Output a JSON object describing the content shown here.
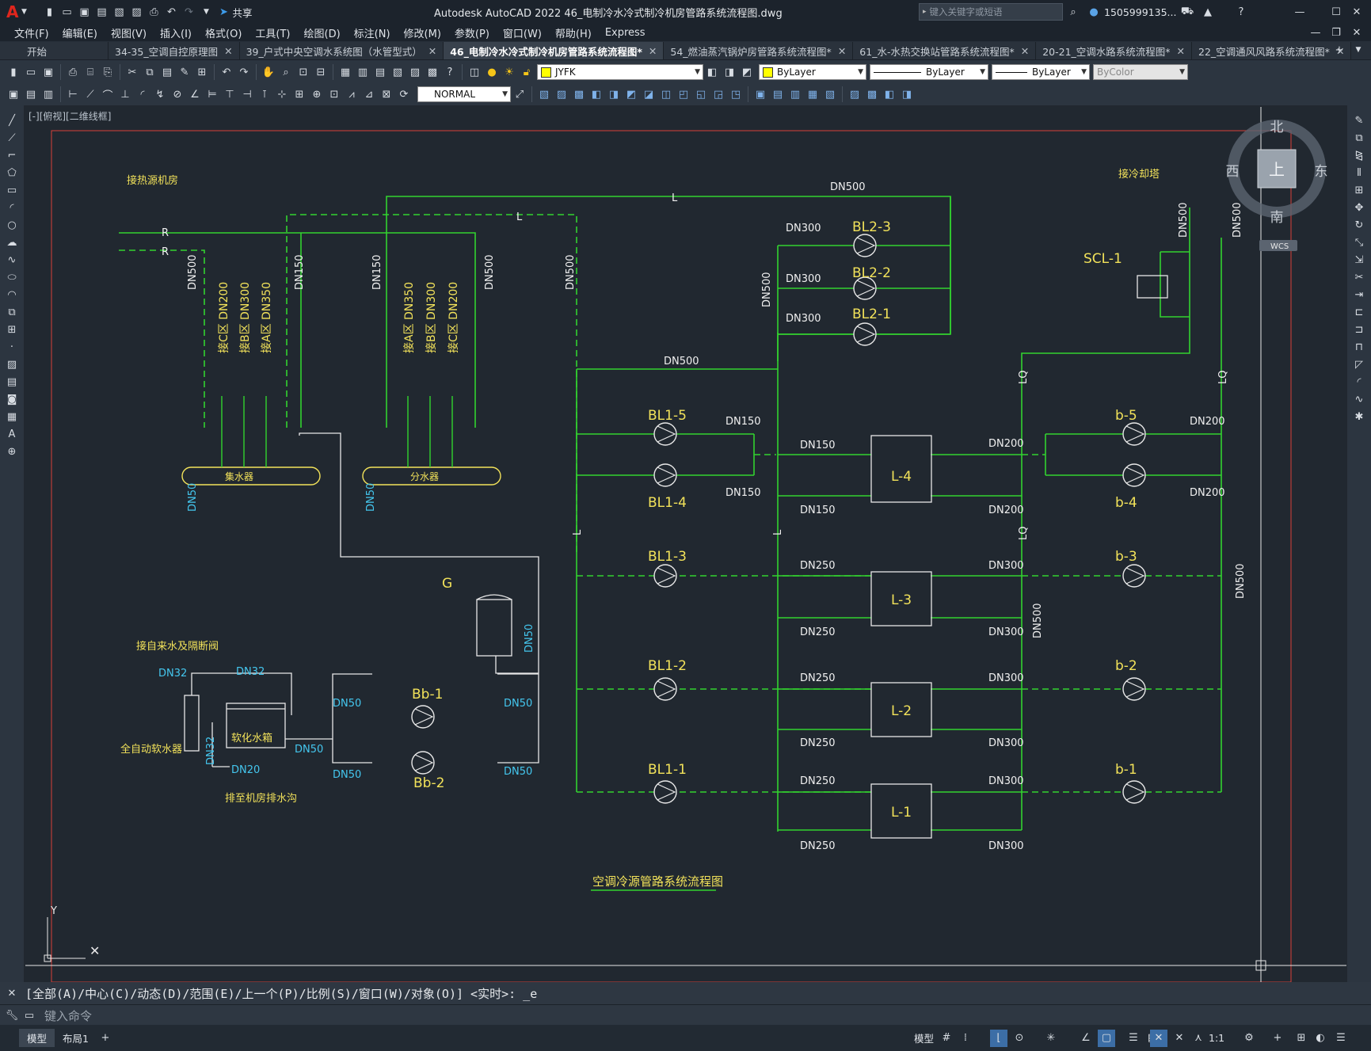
{
  "app": {
    "title": "Autodesk AutoCAD 2022    46_电制冷水冷式制冷机房管路系统流程图.dwg",
    "share": "共享",
    "search_placeholder": "键入关键字或短语",
    "user": "1505999135...",
    "accent": "#e0261d"
  },
  "menu": [
    "文件(F)",
    "编辑(E)",
    "视图(V)",
    "插入(I)",
    "格式(O)",
    "工具(T)",
    "绘图(D)",
    "标注(N)",
    "修改(M)",
    "参数(P)",
    "窗口(W)",
    "帮助(H)",
    "Express"
  ],
  "tabs": [
    {
      "label": "开始",
      "active": false,
      "closable": false
    },
    {
      "label": "34-35_空调自控原理图",
      "active": false,
      "closable": true
    },
    {
      "label": "39_户式中央空调水系统图（水管型式）",
      "active": false,
      "closable": true
    },
    {
      "label": "46_电制冷水冷式制冷机房管路系统流程图*",
      "active": true,
      "closable": true
    },
    {
      "label": "54_燃油蒸汽锅炉房管路系统流程图*",
      "active": false,
      "closable": true
    },
    {
      "label": "61_水-水热交换站管路系统流程图*",
      "active": false,
      "closable": true
    },
    {
      "label": "20-21_空调水路系统流程图*",
      "active": false,
      "closable": true
    },
    {
      "label": "22_空调通风风路系统流程图*",
      "active": false,
      "closable": true
    }
  ],
  "toolbar": {
    "layer": "JYFK",
    "color": "ByLayer",
    "linetype": "ByLayer",
    "lineweight": "ByLayer",
    "plotstyle": "ByColor",
    "dimstyle": "NORMAL"
  },
  "viewport": {
    "label": "[-][俯视][二维线框]",
    "viewcube": {
      "north": "北",
      "south": "南",
      "east": "东",
      "west": "西",
      "top": "上",
      "wcs": "WCS"
    }
  },
  "drawing": {
    "title": "空调冷源管路系统流程图",
    "heat_source_label": "接热源机房",
    "cooling_tower_label": "接冷却塔",
    "tap_water_label": "接自来水及隔断阀",
    "softener_label": "全自动软水器",
    "soft_tank_label": "软化水箱",
    "drain_label": "排至机房排水沟",
    "collector_label": "集水器",
    "distributor_label": "分水器",
    "zones_return": [
      "接C区 DN200",
      "接B区 DN300",
      "接A区 DN350"
    ],
    "zones_supply": [
      "接A区 DN350",
      "接B区 DN300",
      "接C区 DN200"
    ],
    "chillers": [
      "L-4",
      "L-3",
      "L-2",
      "L-1"
    ],
    "chilled_pumps": [
      "BL1-5",
      "BL1-4",
      "BL1-3",
      "BL1-2",
      "BL1-1"
    ],
    "secondary_pumps": [
      "BL2-3",
      "BL2-2",
      "BL2-1"
    ],
    "cooling_pumps": [
      "b-5",
      "b-4",
      "b-3",
      "b-2",
      "b-1"
    ],
    "makeup_pumps": [
      "Bb-1",
      "Bb-2"
    ],
    "tank_g": "G",
    "scl": "SCL-1",
    "pipe_R": "R",
    "pipe_L": "L",
    "pipe_LQ": "LQ",
    "dn": {
      "d500": "DN500",
      "d300": "DN300",
      "d250": "DN250",
      "d200": "DN200",
      "d150": "DN150",
      "d50": "DN50",
      "d32": "DN32",
      "d20": "DN20"
    }
  },
  "command": {
    "history": "[全部(A)/中心(C)/动态(D)/范围(E)/上一个(P)/比例(S)/窗口(W)/对象(O)] <实时>: _e",
    "placeholder": "键入命令"
  },
  "status": {
    "tabs": [
      "模型",
      "布局1"
    ],
    "model_button": "模型",
    "scale": "1:1"
  }
}
